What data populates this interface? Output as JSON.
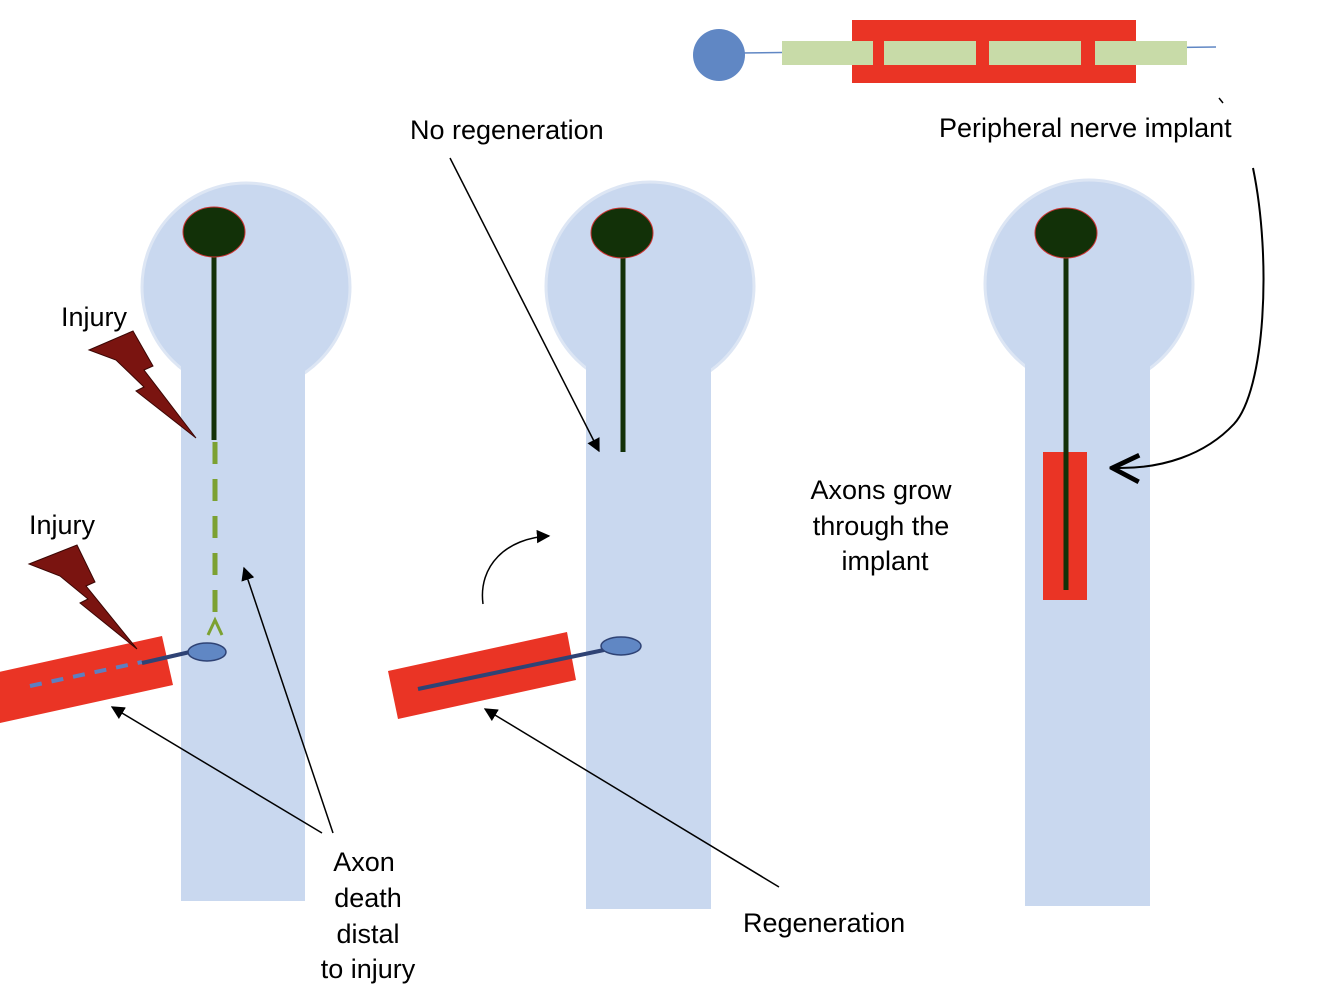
{
  "labels": {
    "injury_top": "Injury",
    "injury_bottom": "Injury",
    "axon_death": [
      "Axon",
      "death",
      "distal",
      "to injury"
    ],
    "no_regeneration": "No regeneration",
    "regeneration": "Regeneration",
    "peripheral_nerve_implant": "Peripheral nerve implant",
    "axons_grow": [
      "Axons grow",
      "through the",
      "implant"
    ]
  },
  "colors": {
    "tissue": "#c9d8ef",
    "tissue_outline": "#dde6f4",
    "cell_body": "#123108",
    "cell_body_outline": "#cc3333",
    "axon": "#123108",
    "dead_axon": "#7ca131",
    "graft": "#ea3425",
    "peripheral_axon": "#2f4375",
    "peripheral_axon_dashed": "#5d7fc0",
    "peripheral_cell": "#6087c4",
    "lightning": "#7a1410",
    "schwann": "#c8dba8",
    "arrow": "#000000"
  }
}
